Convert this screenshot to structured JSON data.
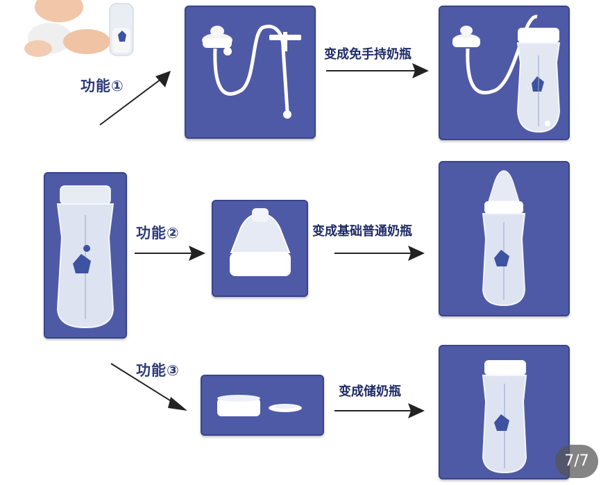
{
  "rows": [
    {
      "function_label": "功能①",
      "result_caption": "变成免手持奶瓶"
    },
    {
      "function_label": "功能②",
      "result_caption": "变成基础普通奶瓶"
    },
    {
      "function_label": "功能③",
      "result_caption": "变成储奶瓶"
    }
  ],
  "page_indicator": "7/7",
  "colors": {
    "panel": "#4f5aa6",
    "label": "#2c3a78",
    "arrow": "#222222"
  }
}
